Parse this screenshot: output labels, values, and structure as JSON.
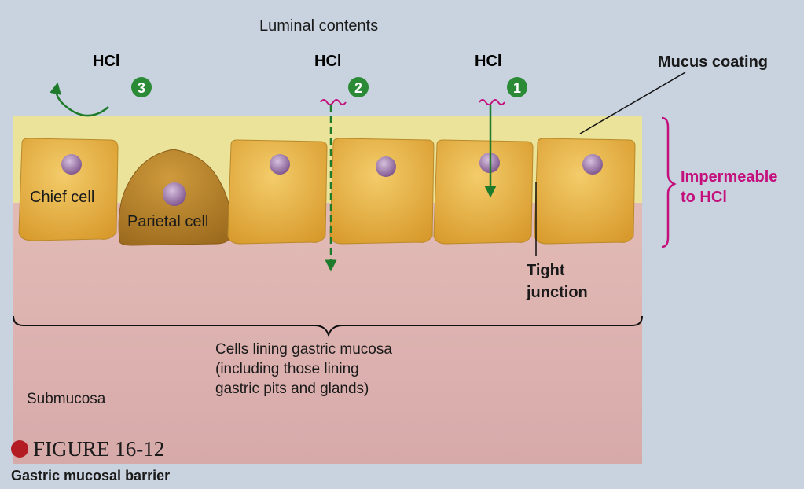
{
  "labels": {
    "luminal_contents": "Luminal contents",
    "mucus_coating": "Mucus coating",
    "impermeable_line1": "Impermeable",
    "impermeable_line2": "to HCl",
    "chief_cell": "Chief cell",
    "parietal_cell": "Parietal cell",
    "tight_line1": "Tight",
    "tight_line2": "junction",
    "lining_line1": "Cells lining gastric mucosa",
    "lining_line2": "(including those lining",
    "lining_line3": "gastric pits and glands)",
    "submucosa": "Submucosa",
    "figure_number": "FIGURE 16-12",
    "caption": "Gastric mucosal barrier"
  },
  "pathways": [
    {
      "acid": "HCl",
      "number": "3"
    },
    {
      "acid": "HCl",
      "number": "2"
    },
    {
      "acid": "HCl",
      "number": "1"
    }
  ],
  "colors": {
    "mucus": "#ebe39a",
    "submucosa": "#dcb0ad",
    "cell": "#e5ad3c",
    "parietal_cell": "#b98327",
    "nucleus": "#9d74a6",
    "arrow_green": "#1f7b2c",
    "badge_green": "#2a8a36",
    "magenta": "#c3107c",
    "figure_dot": "#b21c22"
  }
}
